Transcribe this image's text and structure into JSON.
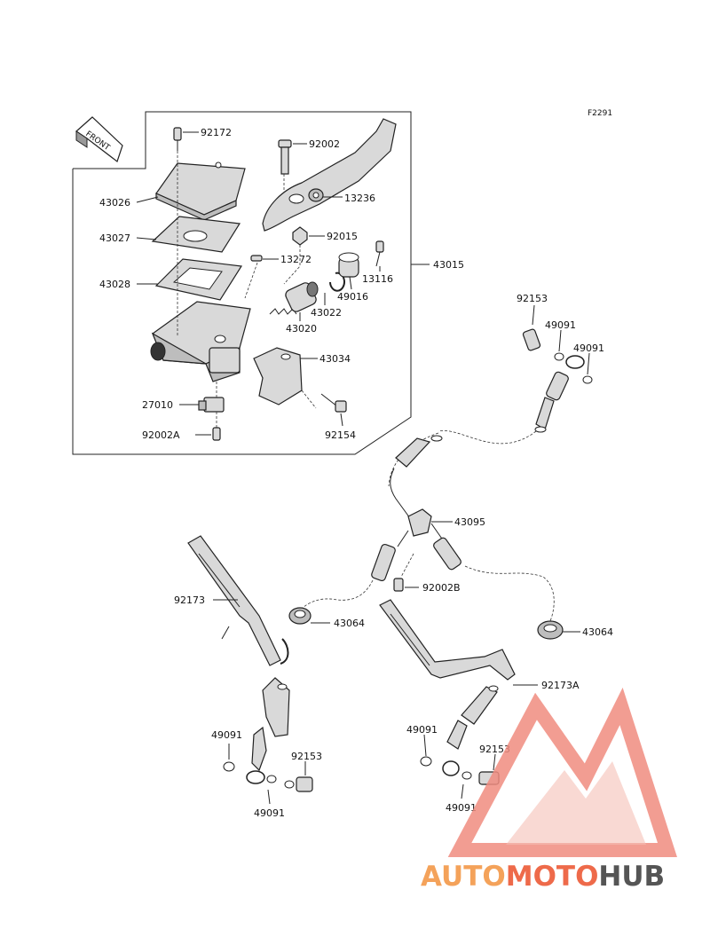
{
  "figure_code": "F2291",
  "front_label": "FRONT",
  "parts": {
    "p92172": "92172",
    "p92002": "92002",
    "p43026": "43026",
    "p13236": "13236",
    "p43027": "43027",
    "p92015": "92015",
    "p13272": "13272",
    "p43015": "43015",
    "p43028": "43028",
    "p13116": "13116",
    "p49016": "49016",
    "p43022": "43022",
    "p43020": "43020",
    "p92153_top": "92153",
    "p49091_a": "49091",
    "p49091_b": "49091",
    "p43034": "43034",
    "p27010": "27010",
    "p92154": "92154",
    "p92002A": "92002A",
    "p43095": "43095",
    "p92002B": "92002B",
    "p92173": "92173",
    "p43064_left": "43064",
    "p43064_right": "43064",
    "p92173A": "92173A",
    "p49091_c": "49091",
    "p49091_d": "49091",
    "p92153_bl": "92153",
    "p49091_e": "49091",
    "p92153_br": "92153",
    "p49091_f": "49091"
  },
  "watermark": {
    "part1": "AUTO",
    "part2": "MOTO",
    "part3": "HUB",
    "colors": {
      "orange": "#f4a25a",
      "red": "#ee6a4a",
      "gray": "#555555",
      "triangle": "#f08c80"
    }
  }
}
